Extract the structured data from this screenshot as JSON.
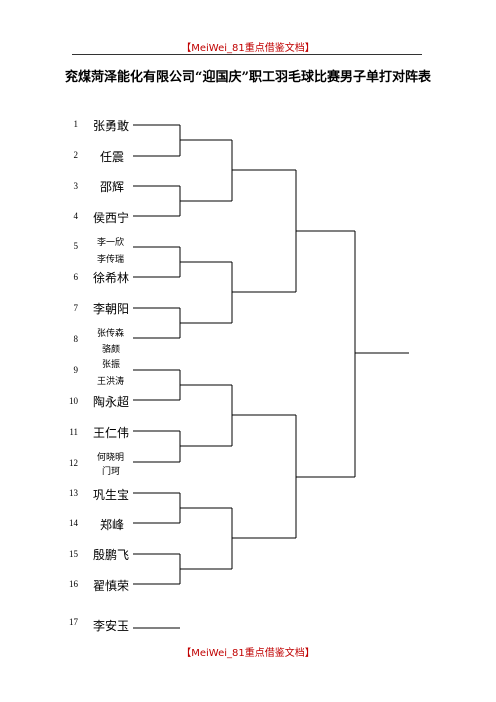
{
  "header": {
    "watermark": "【MeiWei_81重点借鉴文档】"
  },
  "footer": {
    "watermark": "【MeiWei_81重点借鉴文档】"
  },
  "document": {
    "title": "兖煤菏泽能化有限公司“迎国庆”职工羽毛球比赛男子单打对阵表"
  },
  "bracket": {
    "seeds": [
      "1",
      "2",
      "3",
      "4",
      "5",
      "6",
      "7",
      "8",
      "9",
      "10",
      "11",
      "12",
      "13",
      "14",
      "15",
      "16",
      "17"
    ],
    "players": [
      "张勇敢",
      "任震",
      "邵辉",
      "侯西宁",
      "李一欣",
      "李传瑞",
      "徐希林",
      "李朝阳",
      "张传森",
      "骆颇",
      "张振",
      "王洪涛",
      "陶永超",
      "王仁伟",
      "何晓明",
      "门珂",
      "巩生宝",
      "郑峰",
      "殷鹏飞",
      "翟慎荣",
      "李安玉"
    ]
  }
}
